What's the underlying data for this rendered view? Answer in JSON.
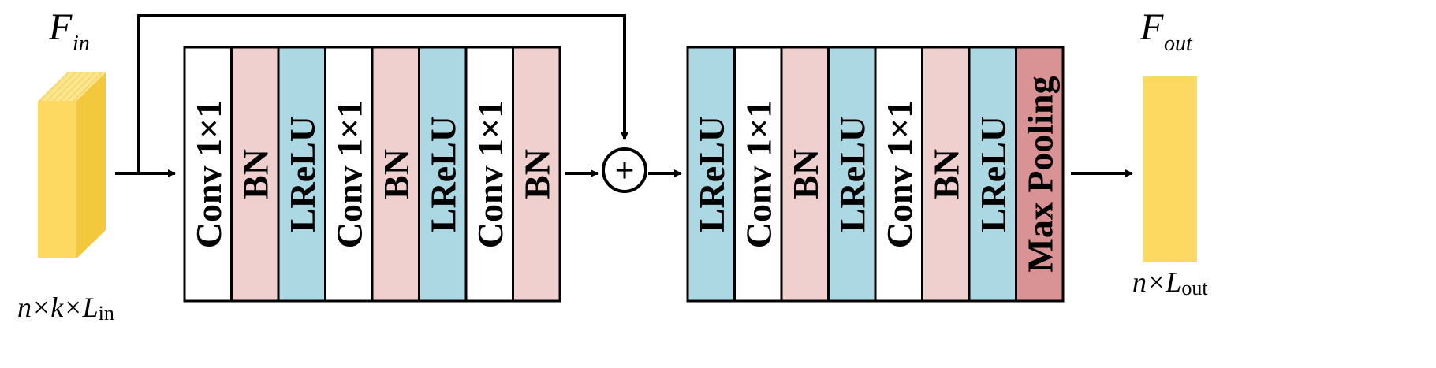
{
  "input": {
    "symbol": "F",
    "subscript": "in",
    "dim_prefix": "n×k×L",
    "dim_sub": "in"
  },
  "output": {
    "symbol": "F",
    "subscript": "out",
    "dim_prefix": "n×L",
    "dim_sub": "out"
  },
  "residual_block": {
    "layers": [
      {
        "label": "Conv 1×1",
        "kind": "conv"
      },
      {
        "label": "BN",
        "kind": "bn"
      },
      {
        "label": "LReLU",
        "kind": "lrelu"
      },
      {
        "label": "Conv 1×1",
        "kind": "conv"
      },
      {
        "label": "BN",
        "kind": "bn"
      },
      {
        "label": "LReLU",
        "kind": "lrelu"
      },
      {
        "label": "Conv 1×1",
        "kind": "conv"
      },
      {
        "label": "BN",
        "kind": "bn"
      }
    ]
  },
  "adder": {
    "symbol": "+"
  },
  "post_block": {
    "layers": [
      {
        "label": "LReLU",
        "kind": "lrelu"
      },
      {
        "label": "Conv 1×1",
        "kind": "conv"
      },
      {
        "label": "BN",
        "kind": "bn"
      },
      {
        "label": "LReLU",
        "kind": "lrelu"
      },
      {
        "label": "Conv 1×1",
        "kind": "conv"
      },
      {
        "label": "BN",
        "kind": "bn"
      },
      {
        "label": "LReLU",
        "kind": "lrelu"
      },
      {
        "label": "Max Pooling",
        "kind": "pool"
      }
    ]
  },
  "colors": {
    "conv": "#ffffff",
    "bn": "#f0d0ce",
    "lrelu": "#acd8e4",
    "pool": "#d99394",
    "tensor": "#fdd962",
    "tensor_side": "#f5c93a",
    "tensor_top": "#fde58f",
    "stroke": "#000000"
  }
}
